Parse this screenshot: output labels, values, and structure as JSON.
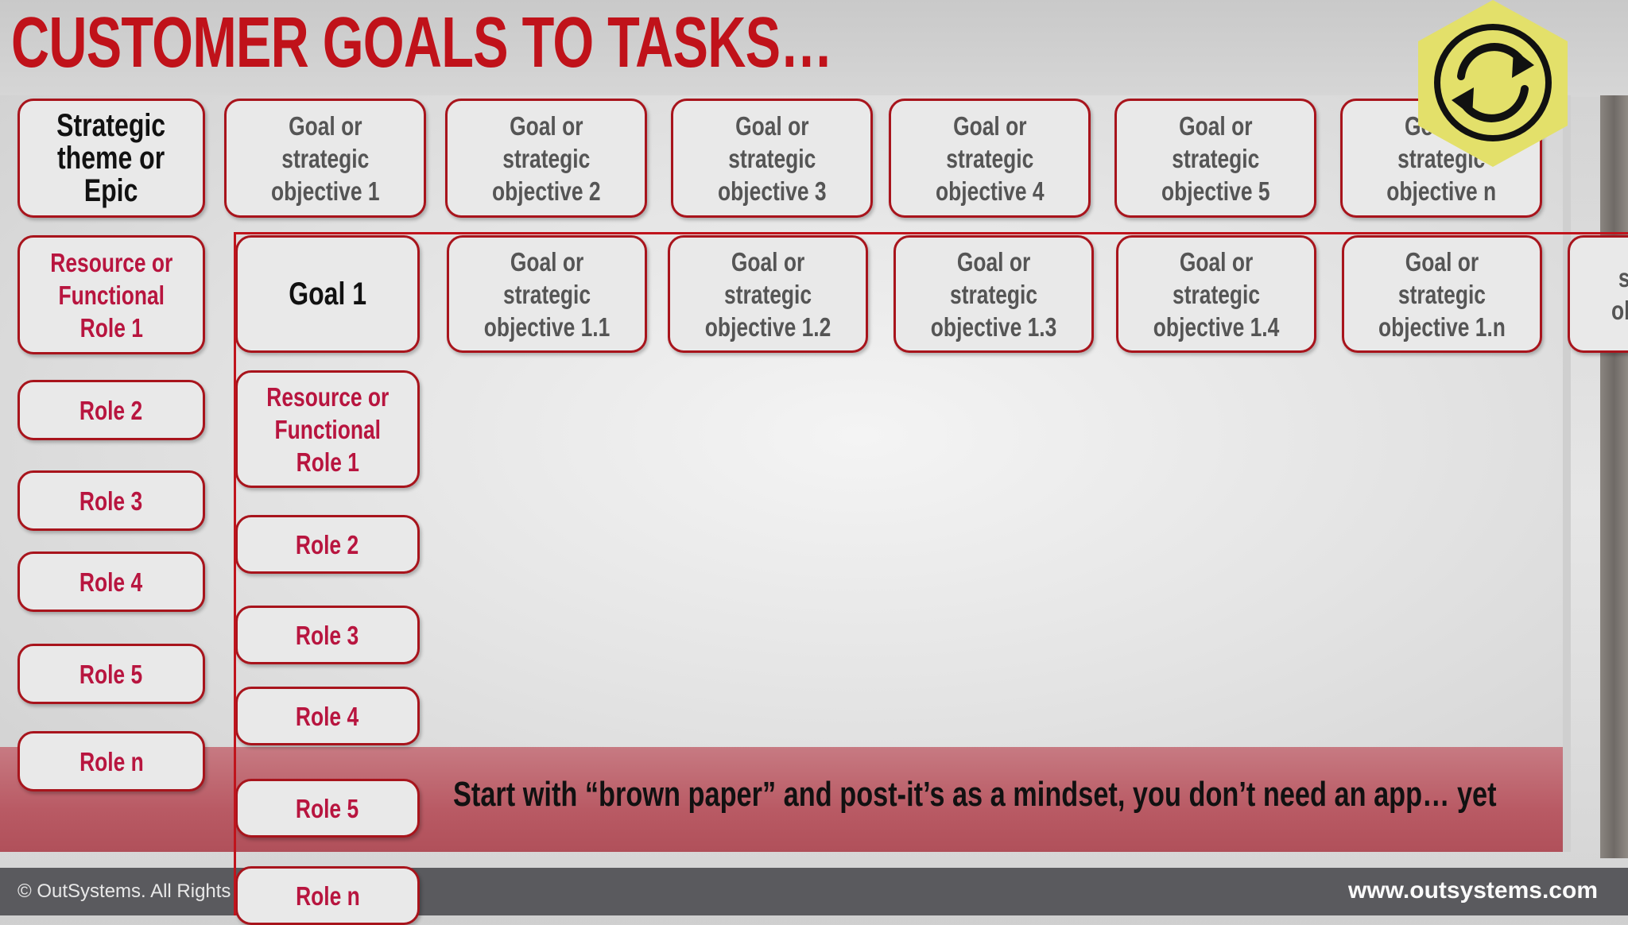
{
  "title": "CUSTOMER GOALS TO TASKS…",
  "header_row": {
    "theme": "Strategic\ntheme or\nEpic",
    "goals": [
      "Goal or\nstrategic\nobjective 1",
      "Goal or\nstrategic\nobjective 2",
      "Goal or\nstrategic\nobjective 3",
      "Goal or\nstrategic\nobjective 4",
      "Goal or\nstrategic\nobjective 5",
      "Goal or\nstrategic\nobjective n"
    ]
  },
  "left_roles": [
    "Resource or\nFunctional\nRole 1",
    "Role 2",
    "Role 3",
    "Role 4",
    "Role 5",
    "Role n"
  ],
  "goal1": {
    "label": "Goal 1",
    "objectives": [
      "Goal or\nstrategic\nobjective 1.1",
      "Goal or\nstrategic\nobjective 1.2",
      "Goal or\nstrategic\nobjective 1.3",
      "Goal or\nstrategic\nobjective 1.4",
      "Goal or\nstrategic\nobjective 1.n"
    ],
    "partial_card": "s\nob",
    "roles": [
      "Resource or\nFunctional\nRole 1",
      "Role 2",
      "Role 3",
      "Role 4",
      "Role 5",
      "Role n"
    ]
  },
  "banner": "Start with “brown paper” and post-it’s as a mindset, you don’t need an app… yet",
  "footer": {
    "copyright": "© OutSystems. All Rights I",
    "url": "www.outsystems.com"
  },
  "badge_icon": "refresh-cycle-icon",
  "colors": {
    "accent_red": "#c0121a",
    "card_text_red": "#b8153f",
    "badge_yellow": "#e3e06a",
    "banner": "#b95a64",
    "footer": "#5a5a5e"
  }
}
